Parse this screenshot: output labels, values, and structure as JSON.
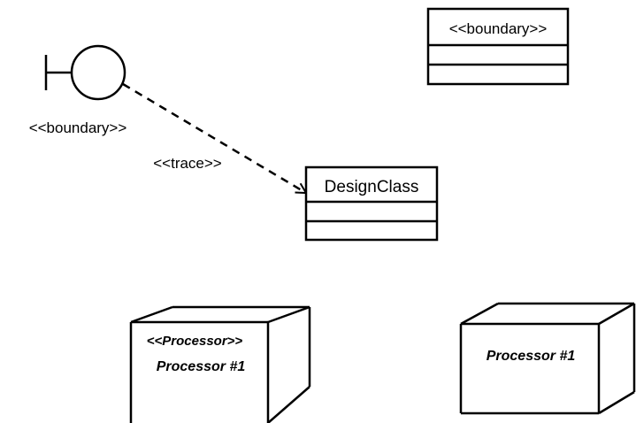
{
  "boundary_actor": {
    "label": "<<boundary>>"
  },
  "trace_link": {
    "label": "<<trace>>"
  },
  "boundary_class": {
    "stereotype": "<<boundary>>"
  },
  "design_class": {
    "name": "DesignClass"
  },
  "node_left": {
    "stereotype": "<<Processor>>",
    "name": "Processor #1"
  },
  "node_right": {
    "name": "Processor #1"
  },
  "colors": {
    "stroke": "#000000",
    "background": "#ffffff"
  }
}
